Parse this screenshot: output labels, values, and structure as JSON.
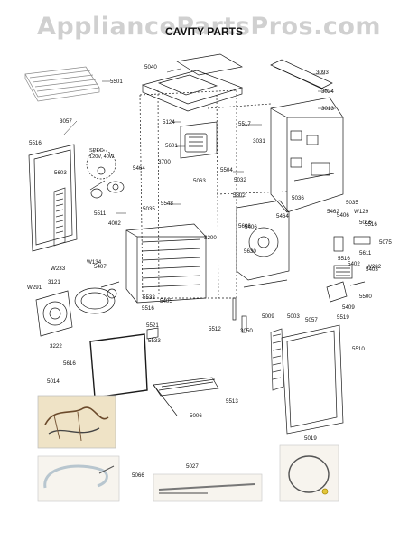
{
  "watermark": "AppliancePartsPros.com",
  "heading": "CAVITY PARTS",
  "spec_note": [
    "SPEC:",
    "120V, 40W"
  ],
  "part_labels": [
    "5040",
    "3093",
    "5501",
    "3024",
    "3013",
    "3057",
    "5124",
    "5516",
    "5517",
    "3031",
    "5603",
    "5601",
    "3700",
    "5464",
    "5504",
    "5032",
    "5063",
    "5502",
    "5511",
    "4002",
    "5035",
    "5548",
    "5036",
    "5035",
    "5406",
    "5516",
    "5464",
    "5406",
    "5462",
    "W129",
    "5016",
    "5606",
    "5075",
    "5611",
    "5516",
    "5402",
    "5403",
    "5407",
    "W233",
    "W134",
    "3121",
    "W291",
    "5532",
    "5405",
    "5516",
    "5500",
    "5409",
    "5519",
    "W282",
    "3222",
    "5521",
    "5533",
    "5512",
    "5009",
    "5003",
    "5057",
    "5510",
    "5616",
    "3050",
    "5014",
    "5513",
    "5006",
    "5019",
    "5066",
    "5027",
    "3200",
    "5630"
  ],
  "colors": {
    "ink": "#1a1a1a",
    "watermark": "#969696",
    "photo_bg": "#efe3c6",
    "rack": "#9a9a9a"
  }
}
